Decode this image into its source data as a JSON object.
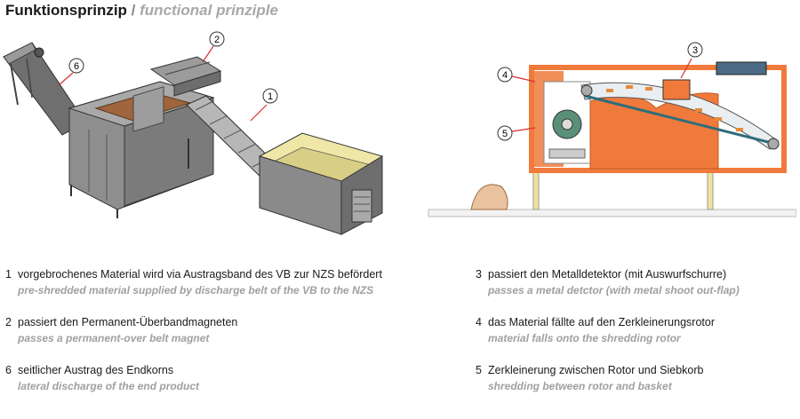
{
  "header": {
    "title_de": "Funktionsprinzip",
    "separator": "/",
    "title_en": "functional prinziple"
  },
  "callouts": {
    "left": [
      "1",
      "2",
      "6"
    ],
    "right": [
      "3",
      "4",
      "5"
    ]
  },
  "legend": {
    "left": [
      {
        "num": "1",
        "de": "vorgebrochenes Material wird via Austragsband des VB zur NZS befördert",
        "en": "pre-shredded material supplied by discharge belt of the VB to the NZS"
      },
      {
        "num": "2",
        "de": "passiert den Permanent-Überbandmagneten",
        "en": "passes a permanent-over belt magnet"
      },
      {
        "num": "6",
        "de": "seitlicher Austrag des Endkorns",
        "en": "lateral discharge of the end product"
      }
    ],
    "right": [
      {
        "num": "3",
        "de": "passiert den Metalldetektor (mit Auswurfschurre)",
        "en": "passes a metal detctor (with metal shoot out-flap)"
      },
      {
        "num": "4",
        "de": "das Material fällte auf den Zerkleinerungsrotor",
        "en": "material falls onto the shredding rotor"
      },
      {
        "num": "5",
        "de": "Zerkleinerung zwischen Rotor und Siebkorb",
        "en": "shredding between rotor and basket"
      }
    ]
  },
  "colors": {
    "frame_orange": "#f07a3c",
    "machine_grey": "#8c8c8c",
    "hopper_yellow": "#efe7a6",
    "callout_red": "#d93030"
  }
}
